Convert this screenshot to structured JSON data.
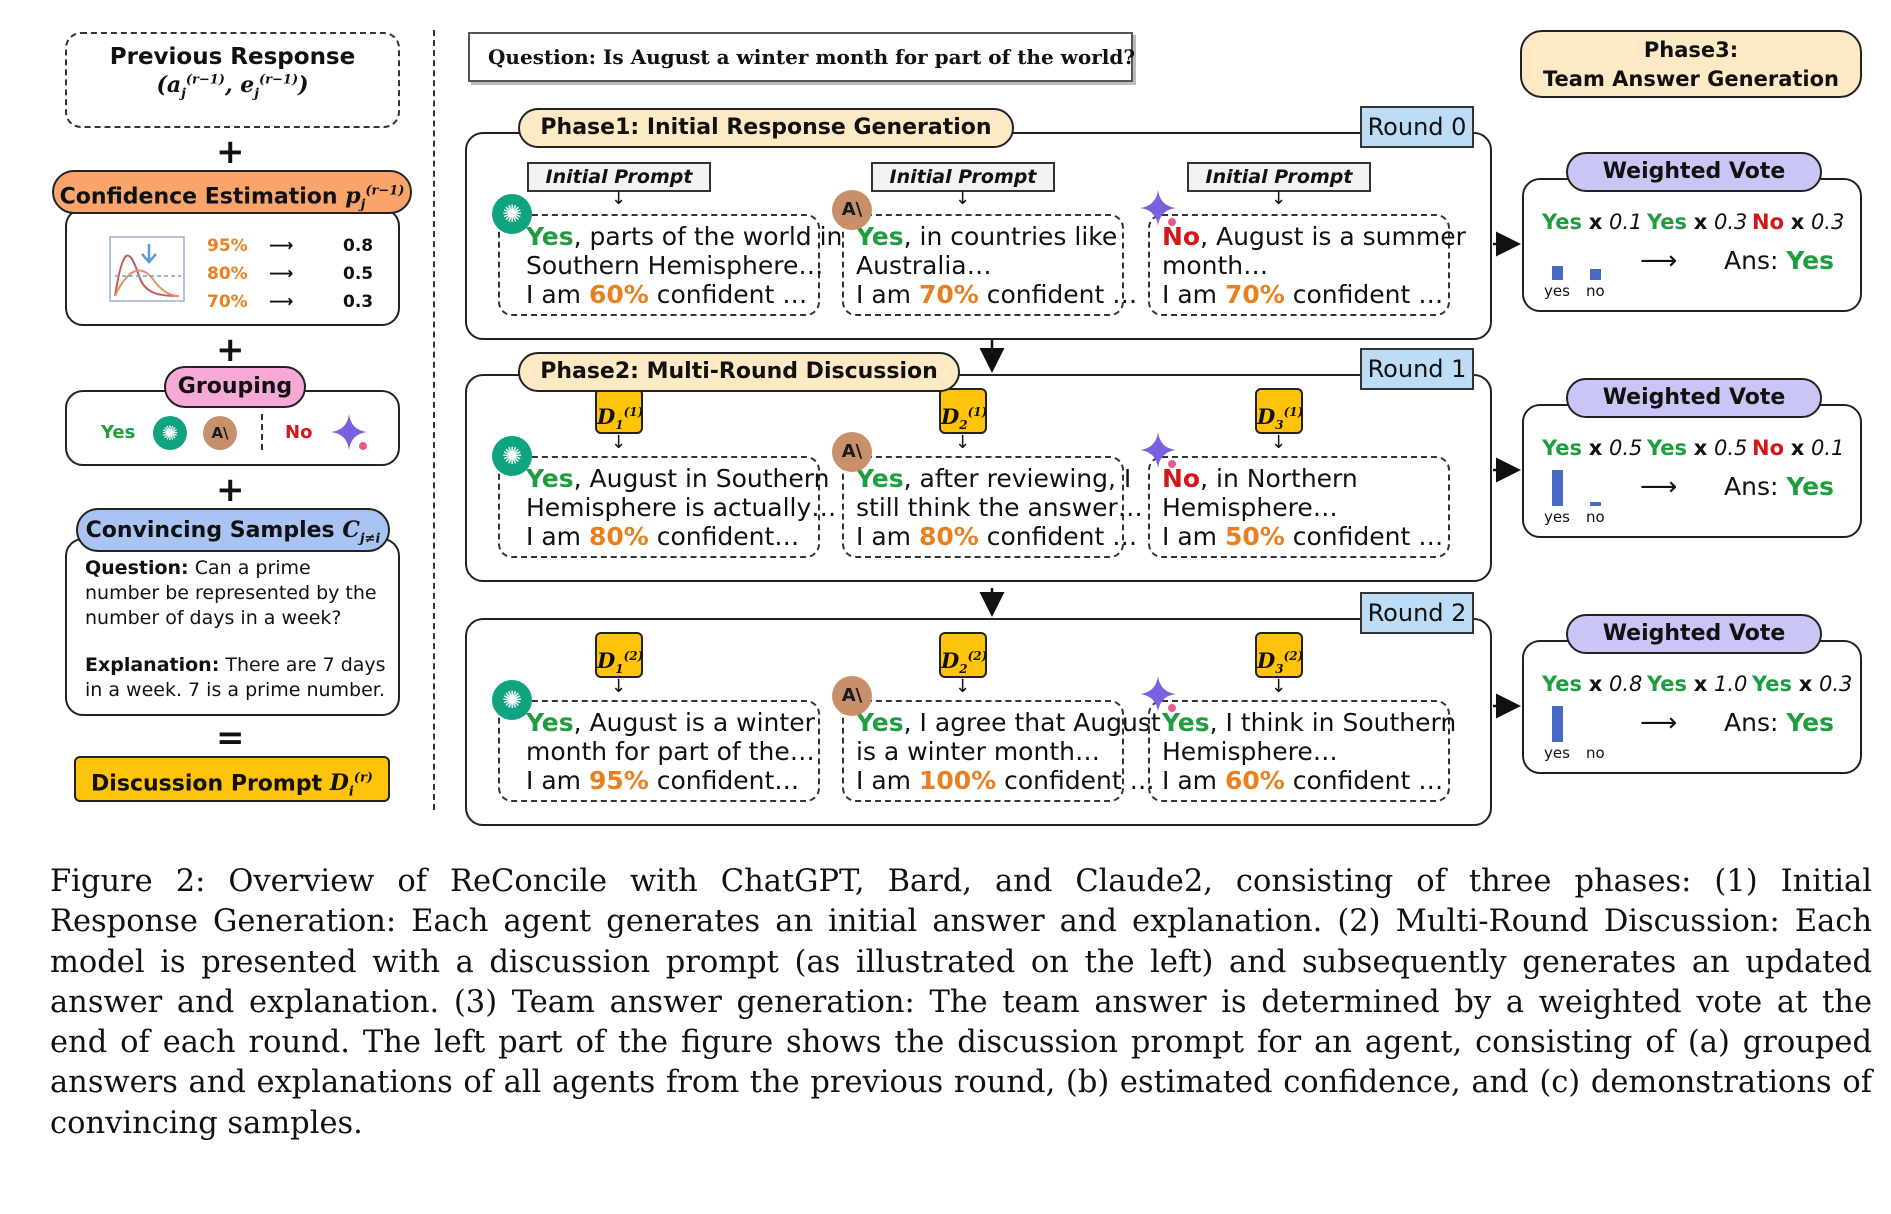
{
  "left": {
    "previous_response": "Previous Response",
    "confidence_estimation": "Confidence Estimation",
    "conf_map": [
      {
        "pct": "95%",
        "val": "0.8"
      },
      {
        "pct": "80%",
        "val": "0.5"
      },
      {
        "pct": "70%",
        "val": "0.3"
      }
    ],
    "grouping": "Grouping",
    "group_yes": "Yes",
    "group_no": "No",
    "convincing_samples": "Convincing Samples",
    "sample_question_label": "Question:",
    "sample_question": "Can a prime number be represented by the number of days in a week?",
    "sample_expl_label": "Explanation:",
    "sample_expl": "There are 7 days in a week. 7 is a prime number.",
    "plus": "+",
    "equals": "=",
    "discussion_prompt": "Discussion Prompt"
  },
  "question": "Question: Is August a winter month for part of the world?",
  "phase1": "Phase1: Initial Response Generation",
  "phase2": "Phase2: Multi-Round Discussion",
  "phase3": "Phase3:",
  "phase3_sub": "Team Answer Generation",
  "initial_prompt": "Initial Prompt",
  "rounds": [
    {
      "label": "Round 0",
      "agents": [
        {
          "ans": "Yes",
          "rest": ", parts of the world in",
          "line2": "Southern Hemisphere…",
          "pre": "I am ",
          "pct": "60%",
          "post": " confident …"
        },
        {
          "ans": "Yes",
          "rest": ", in countries like",
          "line2": "Australia…",
          "pre": "I am ",
          "pct": "70%",
          "post": " confident …"
        },
        {
          "ans": "No",
          "rest": ", August is a summer",
          "line2": "month…",
          "pre": "I am ",
          "pct": "70%",
          "post": " confident …"
        }
      ],
      "vote": {
        "title": "Weighted Vote",
        "items": [
          {
            "a": "Yes",
            "w": "0.1"
          },
          {
            "a": "Yes",
            "w": "0.3"
          },
          {
            "a": "No",
            "w": "0.3"
          }
        ],
        "bars": [
          0.4,
          0.3
        ],
        "ans_label": "Ans:",
        "ans": "Yes"
      }
    },
    {
      "label": "Round 1",
      "agents": [
        {
          "ans": "Yes",
          "rest": ", August in Southern",
          "line2": "Hemisphere is actually…",
          "pre": "I am ",
          "pct": "80%",
          "post": " confident…"
        },
        {
          "ans": "Yes",
          "rest": ", after reviewing, I",
          "line2": "still think the answer…",
          "pre": "I am ",
          "pct": "80%",
          "post": " confident …"
        },
        {
          "ans": "No",
          "rest": ", in Northern",
          "line2": "Hemisphere…",
          "pre": "I am ",
          "pct": "50%",
          "post": " confident …"
        }
      ],
      "vote": {
        "title": "Weighted Vote",
        "items": [
          {
            "a": "Yes",
            "w": "0.5"
          },
          {
            "a": "Yes",
            "w": "0.5"
          },
          {
            "a": "No",
            "w": "0.1"
          }
        ],
        "bars": [
          1.0,
          0.1
        ],
        "ans_label": "Ans:",
        "ans": "Yes"
      }
    },
    {
      "label": "Round 2",
      "agents": [
        {
          "ans": "Yes",
          "rest": ", August is a winter",
          "line2": "month for part of the…",
          "pre": "I am ",
          "pct": "95%",
          "post": " confident…"
        },
        {
          "ans": "Yes",
          "rest": ", I agree that August",
          "line2": "is a winter month…",
          "pre": "I am ",
          "pct": "100%",
          "post": " confident …"
        },
        {
          "ans": "Yes",
          "rest": ", I think in Southern",
          "line2": "Hemisphere…",
          "pre": "I am ",
          "pct": "60%",
          "post": " confident …"
        }
      ],
      "vote": {
        "title": "Weighted Vote",
        "items": [
          {
            "a": "Yes",
            "w": "0.8"
          },
          {
            "a": "Yes",
            "w": "1.0"
          },
          {
            "a": "Yes",
            "w": "0.3"
          }
        ],
        "bars": [
          1.0,
          0.0
        ],
        "ans_label": "Ans:",
        "ans": "Yes"
      }
    }
  ],
  "bar_labels": [
    "yes",
    "no"
  ],
  "caption_lines": [
    "Figure 2: Overview of ReConcile with ChatGPT, Bard, and Claude2, consisting of three phases: (1) Initial",
    "Response Generation: Each agent generates an initial answer and explanation. (2) Multi-Round Discussion: Each",
    "model is presented with a discussion prompt (as illustrated on the left) and subsequently generates an updated",
    "answer and explanation. (3) Team answer generation: The team answer is determined by a weighted vote at the",
    "end of each round. The left part of the figure shows the discussion prompt for an agent, consisting of (a) grouped",
    "answers and explanations of all agents from the previous round, (b) estimated confidence, and (c) demonstrations of",
    "convincing samples."
  ]
}
